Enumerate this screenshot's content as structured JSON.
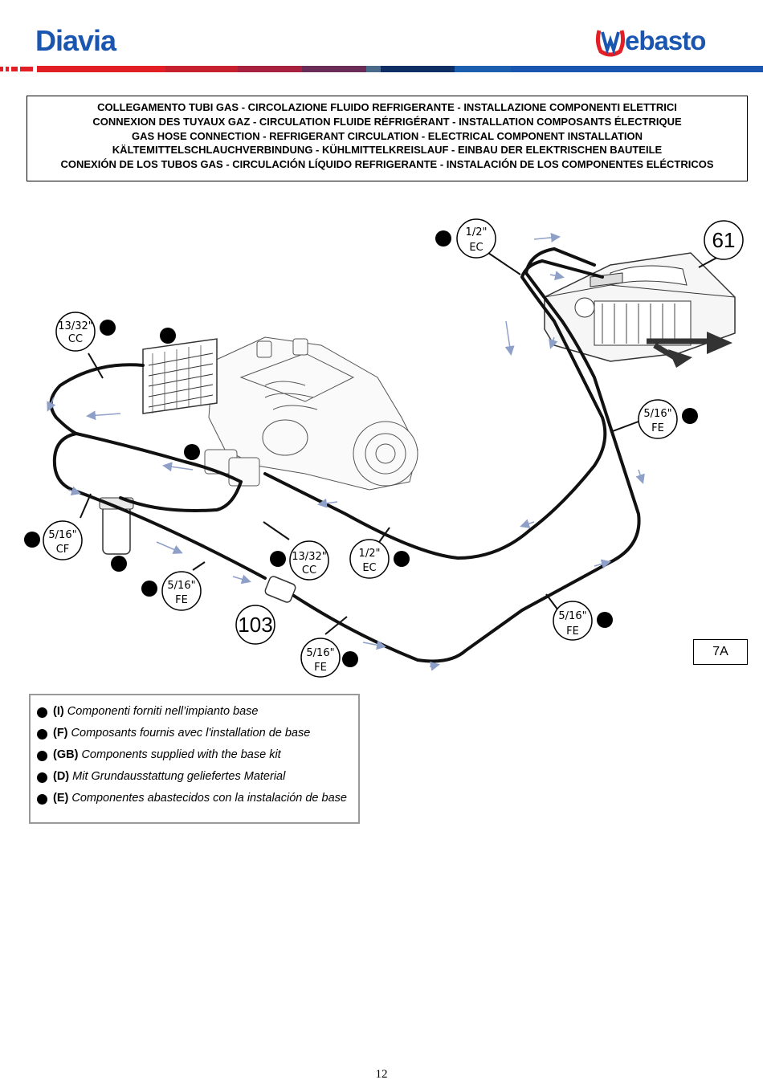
{
  "header": {
    "brand_left": "Diavia",
    "brand_right": "Webasto",
    "brand_right_text": "ebasto",
    "brand_color": "#1a56b0",
    "stripe_colors": [
      "#e31f26",
      "#c7202f",
      "#a8213f",
      "#6a2d57",
      "#3a3a6e",
      "#4a6b8a",
      "#0f2e63",
      "#1b5fae",
      "#1a56b0"
    ]
  },
  "title": {
    "lines": [
      "COLLEGAMENTO TUBI GAS - CIRCOLAZIONE FLUIDO REFRIGERANTE - INSTALLAZIONE COMPONENTI ELETTRICI",
      "CONNEXION DES TUYAUX GAZ - CIRCULATION FLUIDE RÉFRIGÉRANT - INSTALLATION COMPOSANTS ÉLECTRIQUE",
      "GAS HOSE CONNECTION - REFRIGERANT CIRCULATION - ELECTRICAL COMPONENT INSTALLATION",
      "KÄLTEMITTELSCHLAUCHVERBINDUNG - KÜHLMITTELKREISLAUF - EINBAU DER ELEKTRISCHEN BAUTEILE",
      "CONEXIÓN DE LOS TUBOS GAS - CIRCULACIÓN LÍQUIDO REFRIGERANTE - INSTALACIÓN DE LOS COMPONENTES ELÉCTRICOS"
    ]
  },
  "diagram": {
    "callouts": [
      {
        "size": "1/2\"",
        "code": "EC"
      },
      {
        "size": "13/32\"",
        "code": "CC"
      },
      {
        "size": "5/16\"",
        "code": "FE"
      },
      {
        "size": "5/16\"",
        "code": "CF"
      },
      {
        "size": "13/32\"",
        "code": "CC"
      },
      {
        "size": "1/2\"",
        "code": "EC"
      },
      {
        "size": "5/16\"",
        "code": "FE"
      },
      {
        "size": "5/16\"",
        "code": "FE"
      },
      {
        "size": "5/16\"",
        "code": "FE"
      }
    ],
    "refs": [
      "61",
      "103"
    ],
    "figure_label": "7A"
  },
  "legend": {
    "items": [
      {
        "code": "(I)",
        "text": "Componenti forniti nell’impianto base"
      },
      {
        "code": "(F)",
        "text": "Composants fournis avec l'installation de base"
      },
      {
        "code": "(GB)",
        "text": "Components supplied with the base kit"
      },
      {
        "code": "(D)",
        "text": "Mit Grundausstattung geliefertes Material"
      },
      {
        "code": "(E)",
        "text": "Componentes abastecidos con la instalación de base"
      }
    ]
  },
  "page_number": "12"
}
